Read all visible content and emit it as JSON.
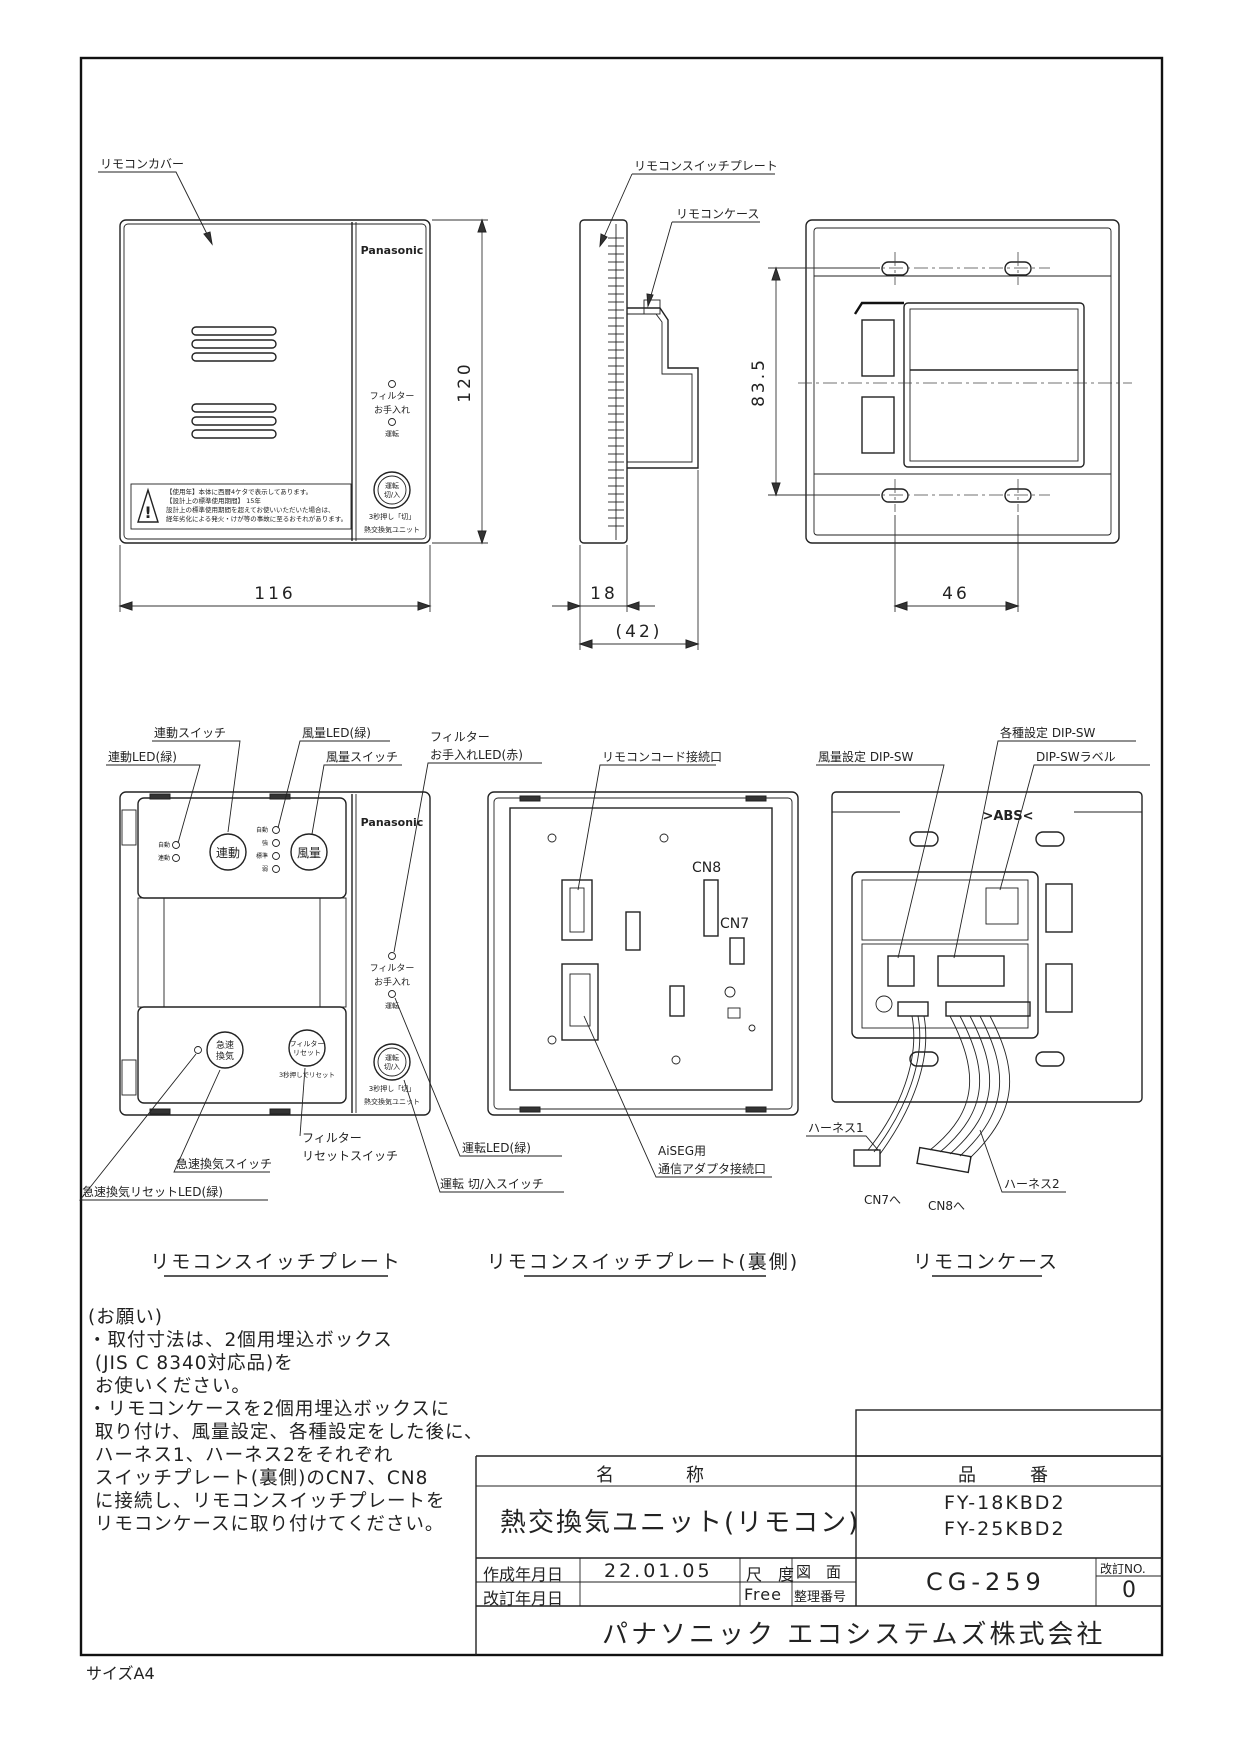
{
  "views": {
    "front": {
      "cover_label": "リモコンカバー",
      "brand": "Panasonic",
      "filter_label": "フィルター",
      "care_label": "お手入れ",
      "run_label": "運転",
      "switch_label": "運転\n切/入",
      "hold_label": "3秒押し「切」",
      "unit_label": "熱交換気ユニット",
      "warning_lines": [
        "【使用年】本体に西暦4ケタで表示してあります。",
        "【設計上の標準使用期間】 15年",
        "設計上の標準使用期間を超えてお使いいただいた場合は、",
        "経年劣化による発火・けが等の事故に至るおそれがあります。"
      ],
      "dim_height": "120",
      "dim_width": "116"
    },
    "side": {
      "plate_label": "リモコンスイッチプレート",
      "case_label": "リモコンケース",
      "dim_depth": "18",
      "dim_total": "(42)"
    },
    "back": {
      "dim_height": "83.5",
      "dim_width": "46"
    },
    "plate": {
      "title": "リモコンスイッチプレート",
      "labels": {
        "interlock_switch": "連動スイッチ",
        "interlock_led": "連動LED(緑)",
        "airflow_led": "風量LED(緑)",
        "airflow_switch": "風量スイッチ",
        "filter_led": "フィルター\nお手入れLED(赤)",
        "run_led": "運転LED(緑)",
        "filter_reset_switch": "フィルター\nリセットスイッチ",
        "rapid_switch": "急速換気スイッチ",
        "rapid_reset_led": "急速換気リセットLED(緑)",
        "run_switch": "運転 切/入スイッチ"
      },
      "buttons": {
        "interlock": "連動",
        "airflow": "風量",
        "rapid": "急速\n換気",
        "filter_reset": "フィルター\nリセット",
        "reset_hold": "3秒押しでリセット"
      },
      "led_labels_left": [
        "自動",
        "連動"
      ],
      "led_labels_right": [
        "自動",
        "強",
        "標準",
        "弱"
      ]
    },
    "plate_back": {
      "title": "リモコンスイッチプレート(裏側)",
      "cord_port": "リモコンコード接続口",
      "cn8": "CN8",
      "cn7": "CN7",
      "aiseg": "AiSEG用\n通信アダプタ接続口"
    },
    "case": {
      "title": "リモコンケース",
      "airflow_dip": "風量設定 DIP-SW",
      "various_dip": "各種設定 DIP-SW",
      "dip_label": "DIP-SWラベル",
      "abs": ">ABS<",
      "harness1": "ハーネス1",
      "harness2": "ハーネス2",
      "to_cn7": "CN7へ",
      "to_cn8": "CN8へ"
    }
  },
  "notes": "(お願い)\n・取付寸法は、2個用埋込ボックス\n (JIS C 8340対応品)を\n お使いください。\n・リモコンケースを2個用埋込ボックスに\n 取り付け、風量設定、各種設定をした後に、\n ハーネス1、ハーネス2をそれぞれ\n スイッチプレート(裏側)のCN7、CN8\n に接続し、リモコンスイッチプレートを\n リモコンケースに取り付けてください。",
  "title_block": {
    "name_header": "名　　　　称",
    "name": "熱交換気ユニット(リモコン)",
    "part_header": "品　　　番",
    "parts": [
      "FY-18KBD2",
      "FY-25KBD2"
    ],
    "created_label": "作成年月日",
    "created_value": "22.01.05",
    "revised_label": "改訂年月日",
    "revised_value": "",
    "scale_label": "尺　度",
    "scale_value": "Free",
    "drawing_label": "図　面",
    "ref_label": "整理番号",
    "drawing_number": "CG-259",
    "rev_label": "改訂NO.",
    "rev_value": "0",
    "company": "パナソニック エコシステムズ株式会社"
  },
  "paper_size": "サイズA4"
}
